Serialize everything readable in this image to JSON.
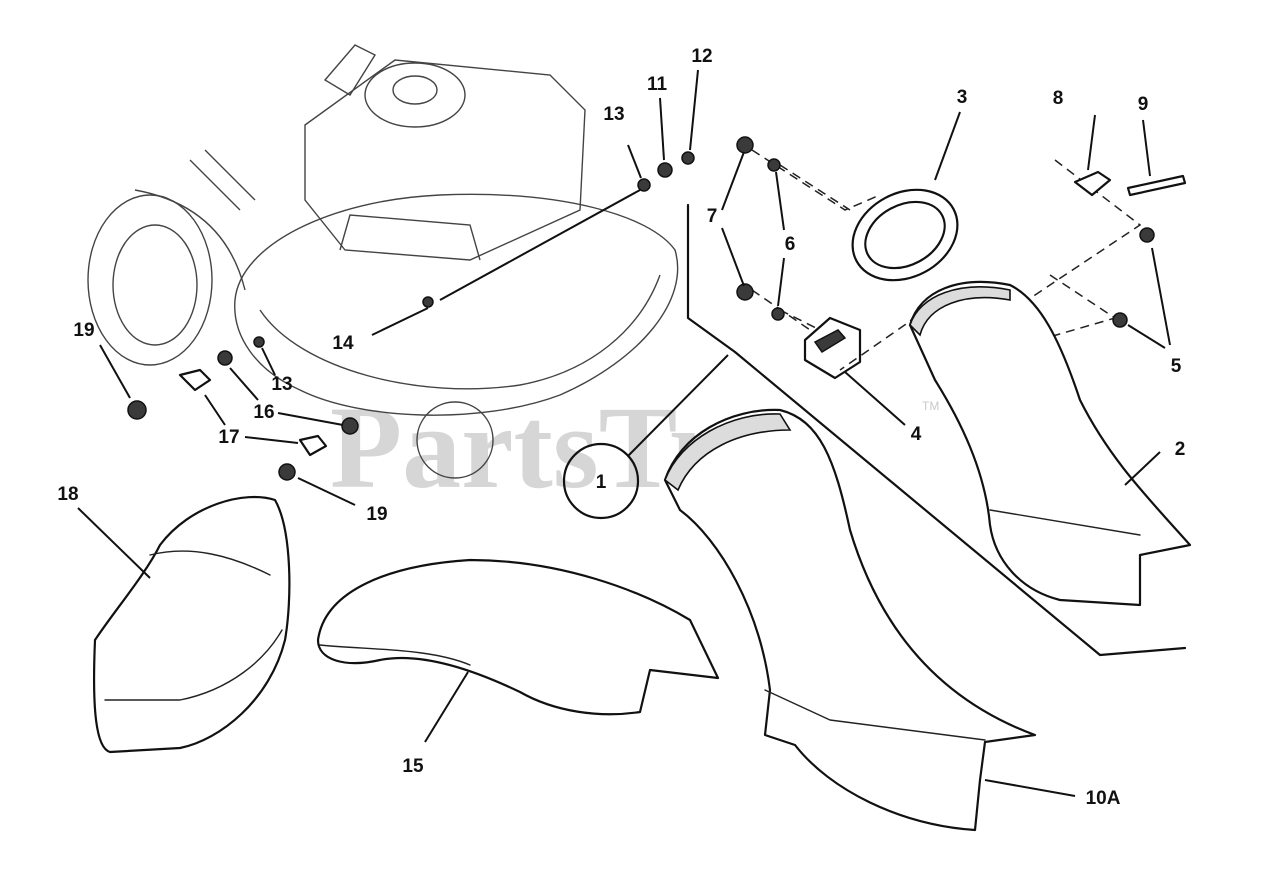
{
  "watermark": {
    "text": "PartsTree",
    "trademark": "TM"
  },
  "callouts": {
    "c1": "1",
    "c2": "2",
    "c3": "3",
    "c4": "4",
    "c5": "5",
    "c6": "6",
    "c7": "7",
    "c8": "8",
    "c9": "9",
    "c10a": "10A",
    "c11": "11",
    "c12": "12",
    "c13a": "13",
    "c13b": "13",
    "c14": "14",
    "c15": "15",
    "c16": "16",
    "c17": "17",
    "c18": "18",
    "c19a": "19",
    "c19b": "19"
  }
}
